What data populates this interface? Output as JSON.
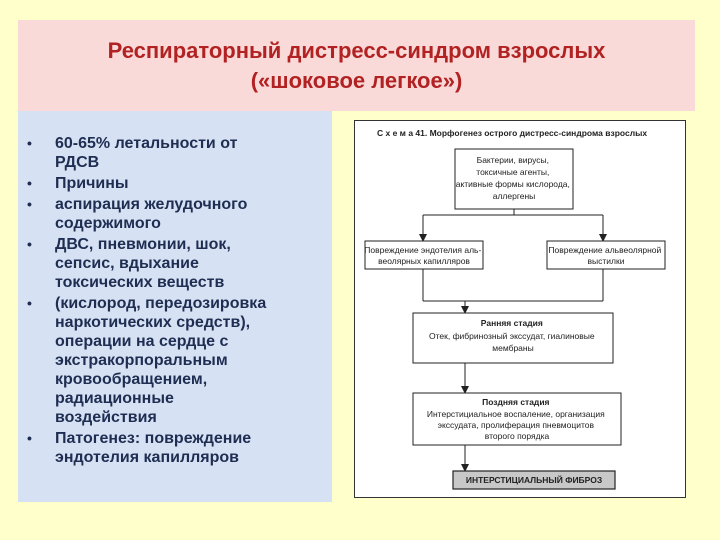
{
  "title": {
    "line1": "Респираторный дистресс-синдром взрослых",
    "line2": "(«шоковое легкое»)"
  },
  "bullets": [
    [
      "60-65% летальности от",
      "РДСВ"
    ],
    [
      "Причины"
    ],
    [
      "аспирация желудочного",
      "содержимого"
    ],
    [
      "ДВС, пневмонии, шок,",
      "сепсис, вдыхание",
      "токсических веществ"
    ],
    [
      "(кислород, передозировка",
      "наркотических средств),",
      "операции на сердце с",
      "экстракорпоральным",
      "кровообращением,",
      "радиационные",
      "воздействия"
    ],
    [
      "Патогенез: повреждение",
      "эндотелия капилляров"
    ]
  ],
  "scheme": {
    "title": "С х е м а  41. Морфогенез острого дистресс-синдрома взрослых",
    "causes": [
      "Бактерии, вирусы,",
      "токсичные агенты,",
      "активные формы кислорода,",
      "аллергены"
    ],
    "left_damage": [
      "Повреждение эндотелия аль-",
      "веолярных капилляров"
    ],
    "right_damage": [
      "Повреждение альвеолярной",
      "выстилки"
    ],
    "early_stage": {
      "title": "Ранняя стадия",
      "lines": [
        "Отек, фибринозный экссудат, гиалиновые",
        "мембраны"
      ]
    },
    "late_stage": {
      "title": "Поздняя стадия",
      "lines": [
        "Интерстициальное воспаление, организация",
        "экссудата, пролиферация пневмоцитов",
        "второго порядка"
      ]
    },
    "final": "ИНТЕРСТИЦИАЛЬНЫЙ ФИБРОЗ"
  },
  "colors": {
    "background": "#ffffcc",
    "title_bg": "#f9dad9",
    "title_text": "#b22222",
    "panel_bg": "#d6e2f3",
    "bullet_text": "#1f2d52",
    "final_box_bg": "#c8c8c8"
  }
}
